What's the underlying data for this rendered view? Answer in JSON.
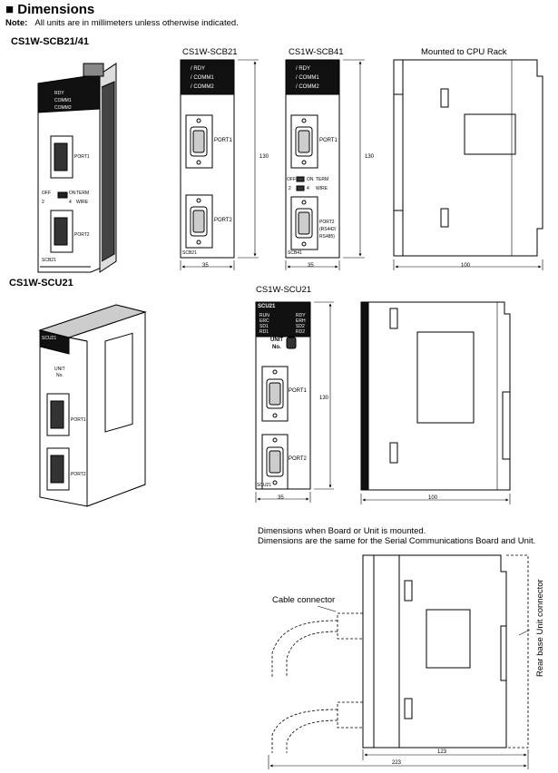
{
  "header": {
    "title": "Dimensions",
    "note_label": "Note:",
    "note_text": "All units are in millimeters unless otherwise indicated."
  },
  "section1": {
    "model": "CS1W-SCB21/41",
    "photo": {
      "rdy": "RDY",
      "comm1": "COMM1",
      "comm2": "COMM2",
      "port1": "PORT1",
      "port2": "PORT2",
      "off": "OFF",
      "on": "ON",
      "term": "TERM",
      "wire": "WIRE",
      "two": "2",
      "four": "4",
      "code": "SCB21"
    },
    "scb21": {
      "title": "CS1W-SCB21",
      "leds": [
        "RDY",
        "COMM1",
        "COMM2"
      ],
      "port1": "PORT1",
      "port2": "PORT2",
      "code": "SCB21",
      "height": "130",
      "width": "35"
    },
    "scb41": {
      "title": "CS1W-SCB41",
      "leds": [
        "RDY",
        "COMM1",
        "COMM2"
      ],
      "port1": "PORT1",
      "port2_lines": [
        "PORT2",
        "(RS442/",
        "RS485)"
      ],
      "switch": {
        "off": "OFF",
        "on": "ON",
        "term": "TERM",
        "two": "2",
        "four": "4",
        "wire": "WIRE"
      },
      "code": "SCB41",
      "height": "130",
      "width": "35"
    },
    "side": {
      "title": "Mounted to CPU Rack",
      "depth": "100"
    }
  },
  "section2": {
    "model": "CS1W-SCU21",
    "photo": {
      "code": "SCU21",
      "unit": "UNIT",
      "no": "No.",
      "port1": "PORT1",
      "port2": "PORT2"
    },
    "front": {
      "title": "CS1W-SCU21",
      "code": "SCU21",
      "leds_left": [
        "RUN",
        "ERC",
        "SD1",
        "RD1"
      ],
      "leds_right": [
        "RDY",
        "ERH",
        "SD2",
        "RD2"
      ],
      "unit_label": "UNIT",
      "no_label": "No.",
      "port1": "PORT1",
      "port2": "PORT2",
      "bottom_code": "SCU21",
      "height": "130",
      "width": "35"
    },
    "side": {
      "depth": "100"
    }
  },
  "section3": {
    "caption1": "Dimensions when Board or Unit is mounted.",
    "caption2": "Dimensions are the same for the Serial Communications Board and Unit.",
    "cable_connector": "Cable connector",
    "rear_connector": "Rear base Unit connector",
    "dim_inner": "123",
    "dim_total": "223"
  }
}
